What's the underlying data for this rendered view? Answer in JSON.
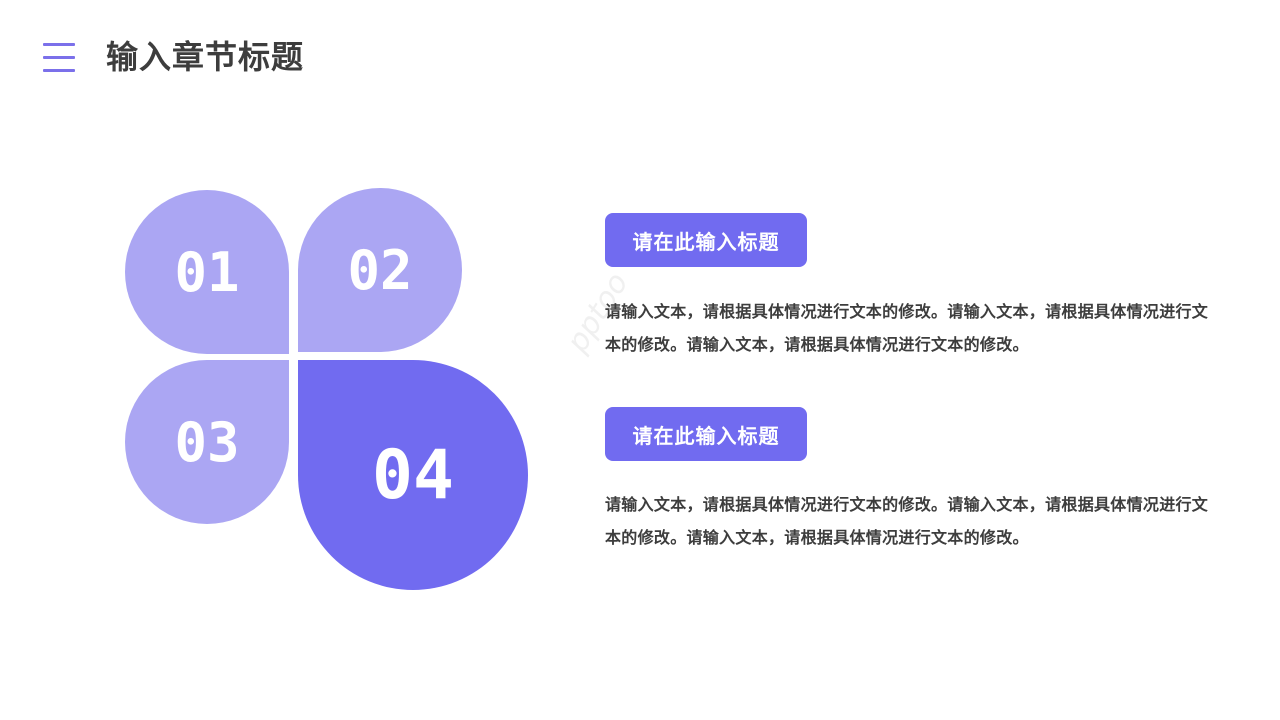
{
  "header": {
    "title": "输入章节标题"
  },
  "petals": [
    {
      "label": "01"
    },
    {
      "label": "02"
    },
    {
      "label": "03"
    },
    {
      "label": "04"
    }
  ],
  "watermark": "pptoo",
  "items": [
    {
      "title": "请在此输入标题",
      "text": "请输入文本，请根据具体情况进行文本的修改。请输入文本，请根据具体情况进行文本的修改。请输入文本，请根据具体情况进行文本的修改。"
    },
    {
      "title": "请在此输入标题",
      "text": "请输入文本，请根据具体情况进行文本的修改。请输入文本，请根据具体情况进行文本的修改。请输入文本，请根据具体情况进行文本的修改。"
    }
  ],
  "colors": {
    "accent": "#716bf0",
    "accent_light": "#aba6f3",
    "text": "#3d3d3d"
  }
}
